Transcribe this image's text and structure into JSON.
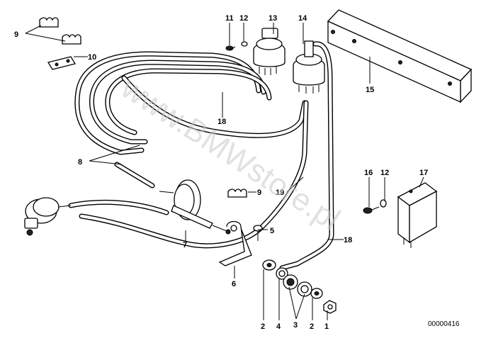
{
  "diagram": {
    "watermark": "www.BMWstore.pl",
    "document_number": "00000416",
    "callouts": {
      "c1": "1",
      "c2a": "2",
      "c2b": "2",
      "c3": "3",
      "c4": "4",
      "c5": "5",
      "c6": "6",
      "c7": "7",
      "c8": "8",
      "c9a": "9",
      "c9b": "9",
      "c10": "10",
      "c11": "11",
      "c12a": "12",
      "c12b": "12",
      "c13": "13",
      "c14": "14",
      "c15": "15",
      "c16": "16",
      "c17": "17",
      "c18a": "18",
      "c18b": "18",
      "c19": "19"
    }
  }
}
